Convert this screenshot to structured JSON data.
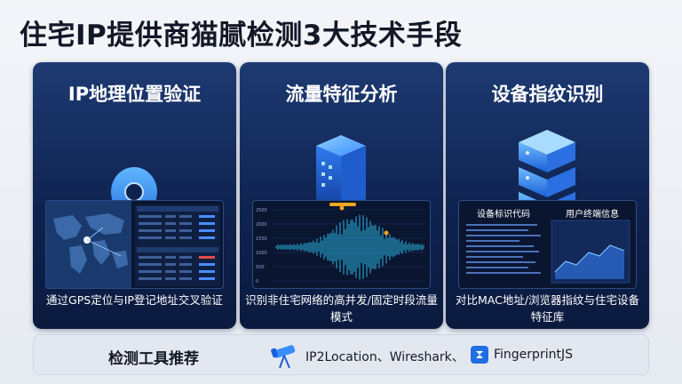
{
  "header": {
    "title": "住宅IP提供商猫腻检测3大技术手段"
  },
  "cards": [
    {
      "title": "IP地理位置验证",
      "icon": "location-pin-icon",
      "caption": "通过GPS定位与IP登记地址交叉验证"
    },
    {
      "title": "流量特征分析",
      "icon": "server-cube-icon",
      "caption": "识别非住宅网络的高并发/固定时段流量模式",
      "chart_data": {
        "type": "line",
        "title": "",
        "yticks": [
          "2500",
          "2000",
          "1500",
          "1000",
          "500",
          "0"
        ],
        "ylim": [
          0,
          2500
        ]
      }
    },
    {
      "title": "设备指纹识别",
      "icon": "server-stack-icon",
      "caption": "对比MAC地址/浏览器指纹与住宅设备特征库",
      "panel_left_title": "设备标识代码",
      "panel_right_title": "用户终端信息"
    }
  ],
  "footer": {
    "label": "检测工具推荐",
    "tools_text_1": "IP2Location、Wireshark、",
    "tools_text_2": "FingerprintJS"
  },
  "colors": {
    "card_bg": "#0f2350",
    "accent_blue": "#3a8dff",
    "wave_cyan": "#2fd2ff",
    "highlight_orange": "#f5a623"
  }
}
